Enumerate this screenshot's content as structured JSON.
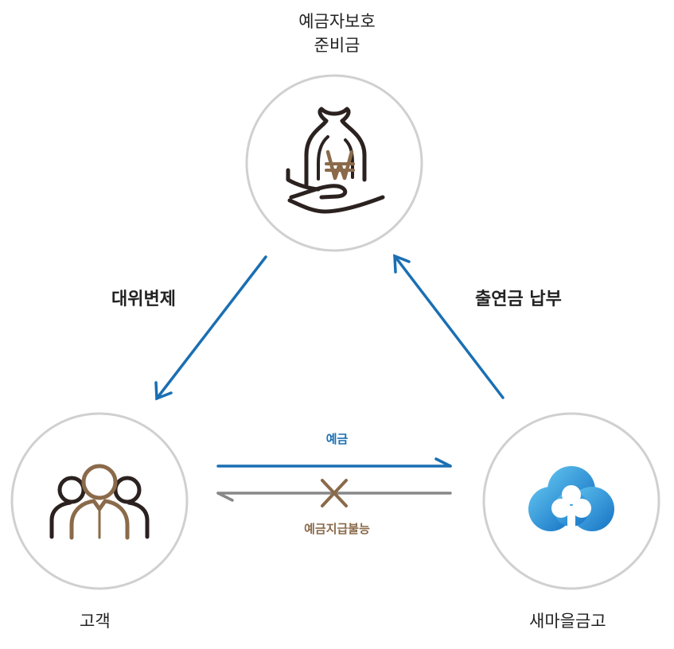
{
  "nodes": {
    "fund": {
      "label_line1": "예금자보호",
      "label_line2": "준비금",
      "icon": "money-bag-hand-icon"
    },
    "customer": {
      "label": "고객",
      "icon": "people-group-icon"
    },
    "bank": {
      "label": "새마을금고",
      "icon": "clover-logo-icon"
    }
  },
  "edges": {
    "fund_to_customer": "대위변제",
    "bank_to_fund": "출연금 납부",
    "customer_to_bank": "예금",
    "bank_to_customer": "예금지급불능"
  },
  "colors": {
    "blue_arrow": "#1a6fb3",
    "gray_arrow": "#888888",
    "brown_accent": "#8a6a4a",
    "circle_border": "#d0d0d0",
    "icon_dark": "#2b2220"
  }
}
